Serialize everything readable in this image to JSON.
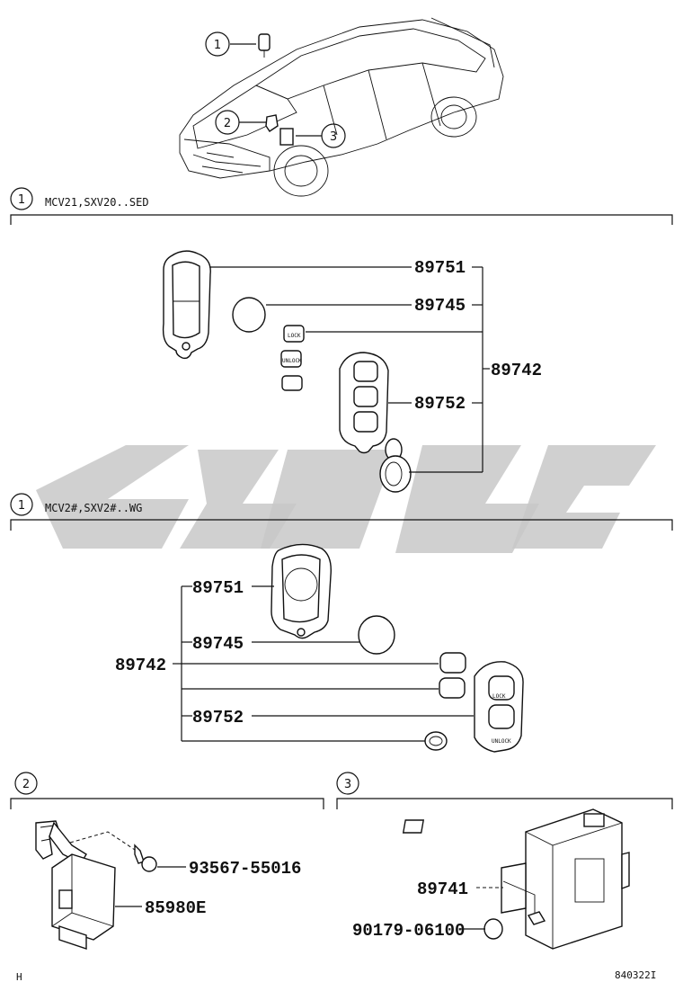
{
  "callouts": [
    "1",
    "2",
    "3"
  ],
  "sections": [
    {
      "index": "1",
      "caption": "MCV21,SXV20..SED"
    },
    {
      "index": "1",
      "caption": "MCV2#,SXV2#..WG"
    },
    {
      "index": "2",
      "caption": ""
    },
    {
      "index": "3",
      "caption": ""
    }
  ],
  "parts_sed": {
    "p1": "89751",
    "p2": "89745",
    "p3": "89742",
    "p4": "89752"
  },
  "parts_wg": {
    "p1": "89751",
    "p2": "89745",
    "p3": "89742",
    "p4": "89752"
  },
  "parts_2": {
    "bolt": "93567-55016",
    "unit": "85980E"
  },
  "parts_3": {
    "receiver": "89741",
    "clip": "90179-06100"
  },
  "key_labels": {
    "lock": "LOCK",
    "unlock": "UNLOCK"
  },
  "footer": {
    "left": "H",
    "right": "840322I"
  }
}
